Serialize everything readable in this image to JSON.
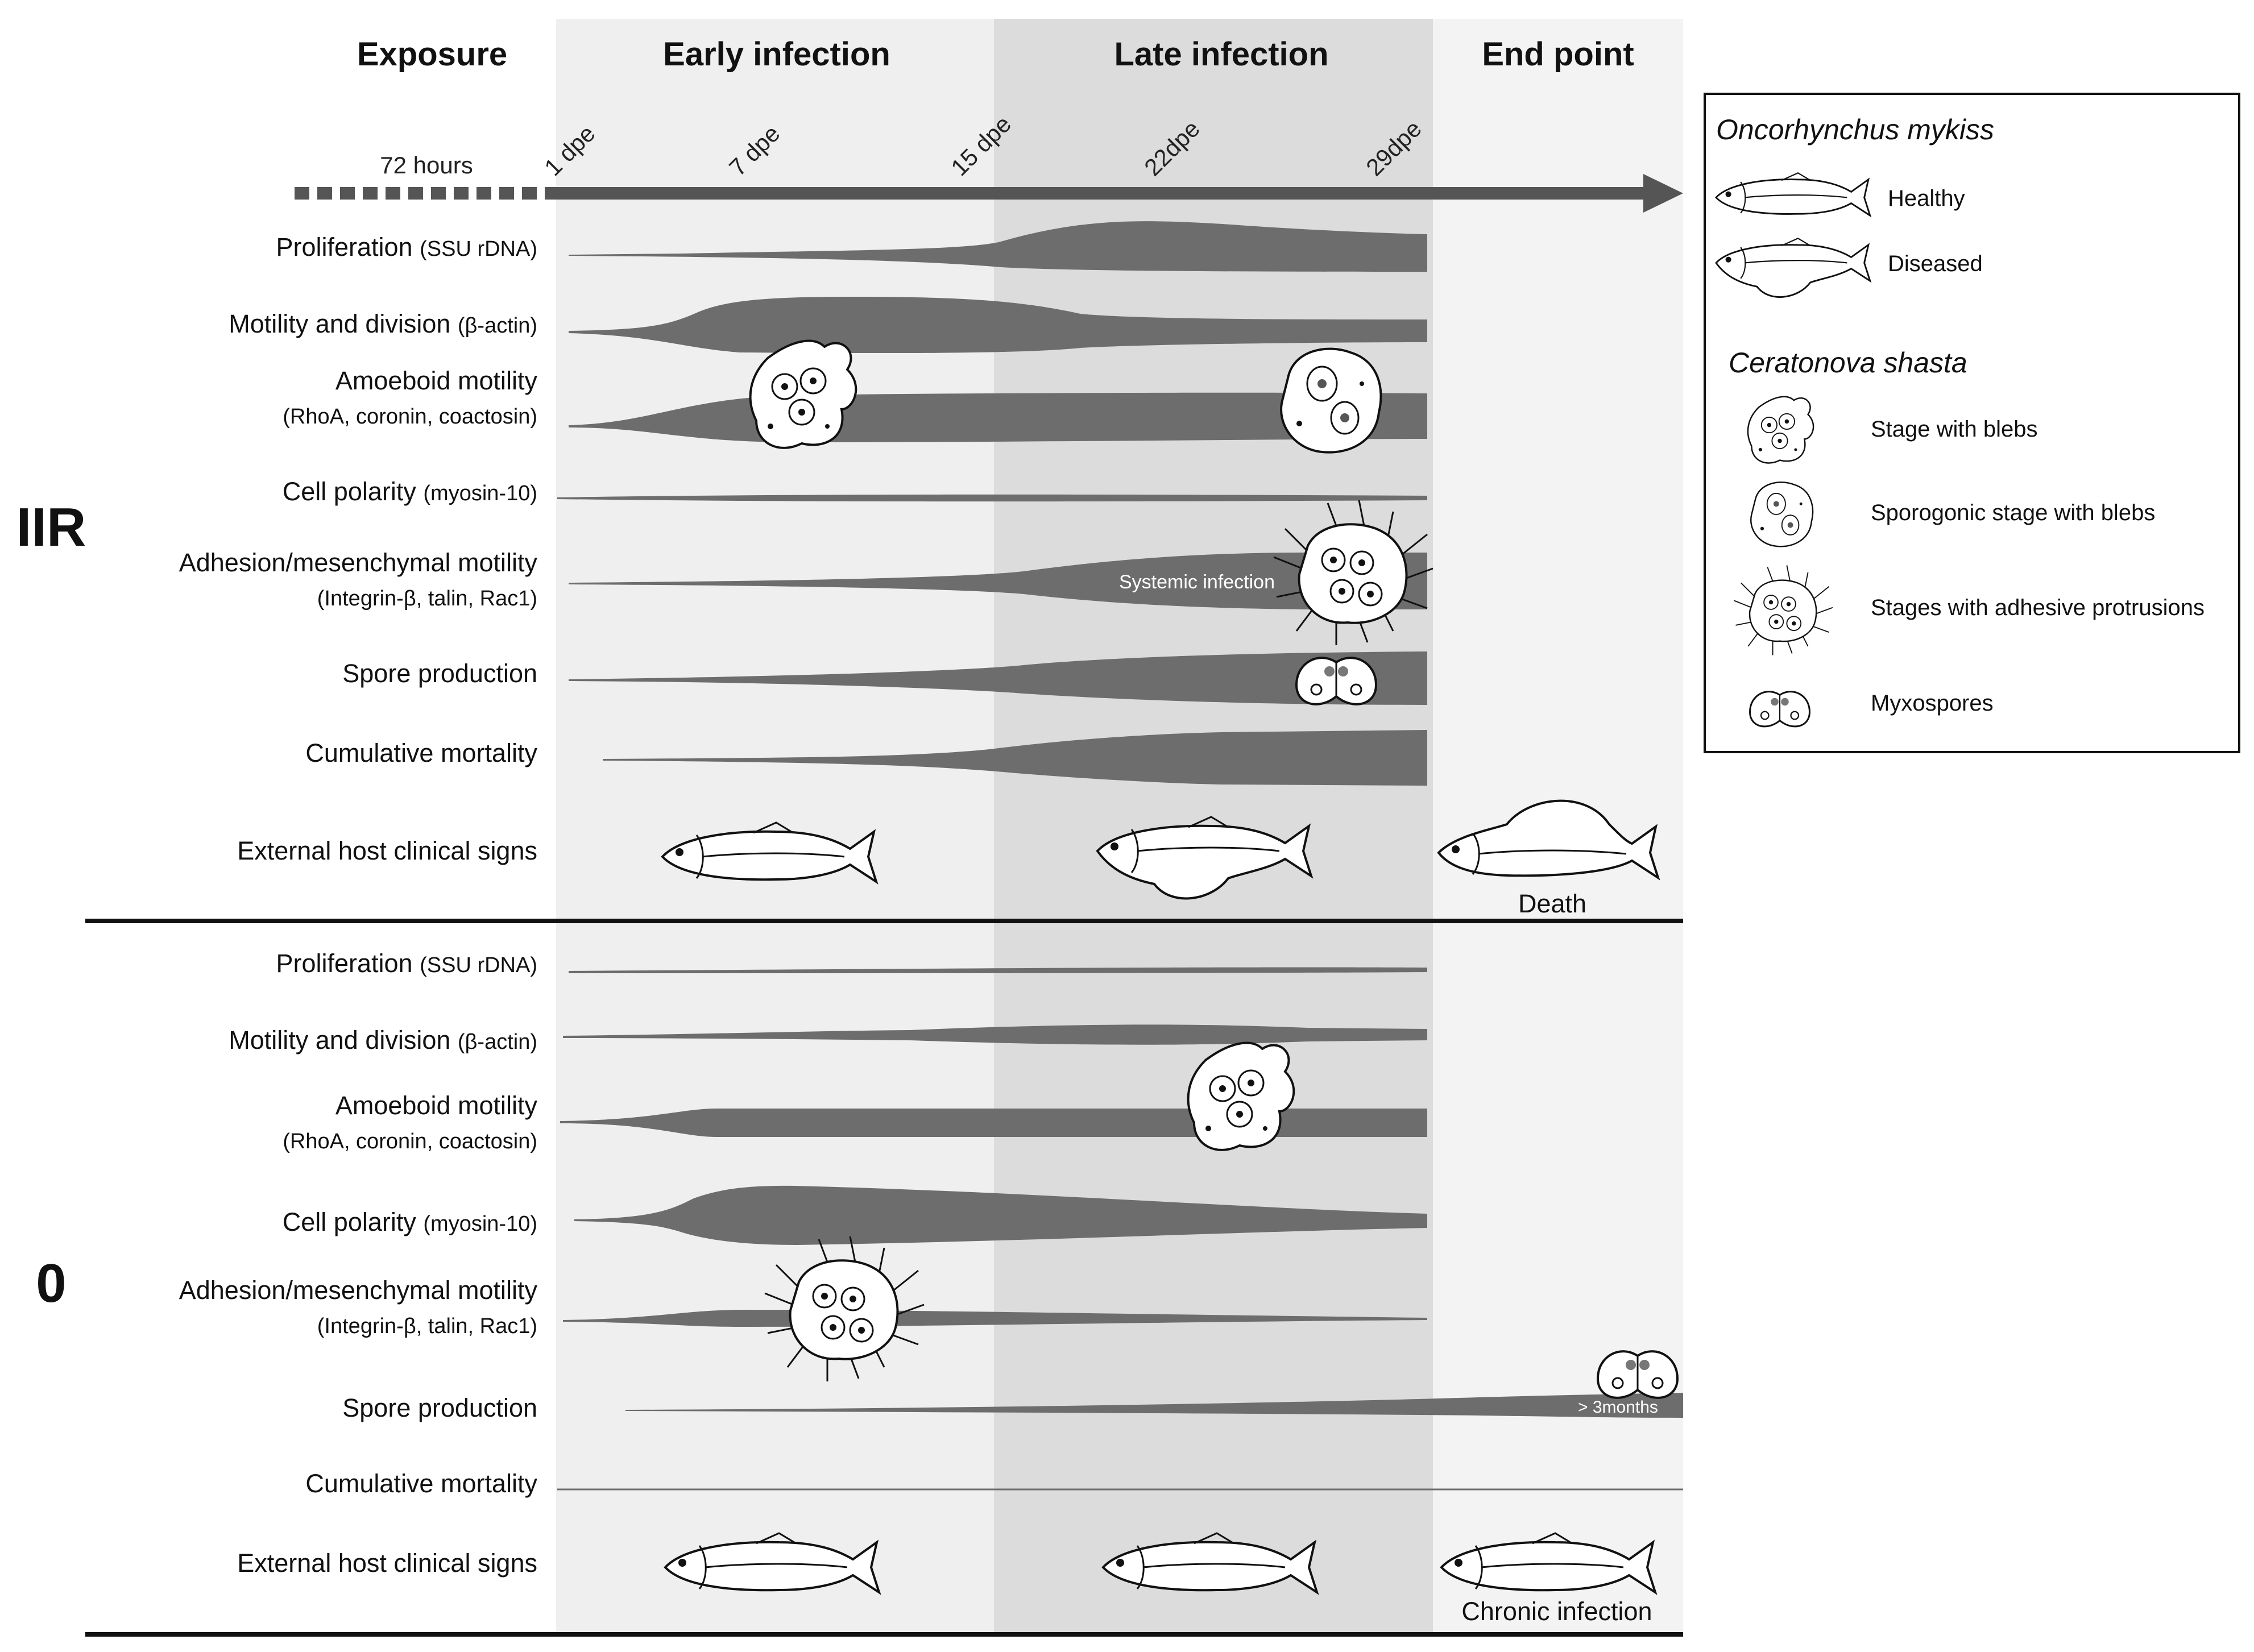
{
  "phases": [
    {
      "name": "Exposure"
    },
    {
      "name": "Early infection"
    },
    {
      "name": "Late infection"
    },
    {
      "name": "End point"
    }
  ],
  "timeline": {
    "exposure_label": "72 hours",
    "ticks": [
      "1 dpe",
      "7 dpe",
      "15 dpe",
      "22dpe",
      "29dpe"
    ]
  },
  "groups": [
    {
      "label": "IIR",
      "rows": [
        {
          "label": "Proliferation",
          "sub": "(SSU rDNA)"
        },
        {
          "label": "Motility and division",
          "sub": "(β-actin)"
        },
        {
          "label": "Amoeboid motility",
          "sub": "(RhoA, coronin, coactosin)"
        },
        {
          "label": "Cell polarity",
          "sub": "(myosin-10)"
        },
        {
          "label": "Adhesion/mesenchymal motility",
          "sub": "(Integrin-β, talin, Rac1)"
        },
        {
          "label": "Spore production",
          "sub": ""
        },
        {
          "label": "Cumulative mortality",
          "sub": ""
        },
        {
          "label": "External host clinical signs",
          "sub": ""
        }
      ],
      "band_annotation": "Systemic infection",
      "endpoint_label": "Death"
    },
    {
      "label": "0",
      "rows": [
        {
          "label": "Proliferation",
          "sub": "(SSU rDNA)"
        },
        {
          "label": "Motility and division",
          "sub": "(β-actin)"
        },
        {
          "label": "Amoeboid motility",
          "sub": "(RhoA, coronin, coactosin)"
        },
        {
          "label": "Cell polarity",
          "sub": "(myosin-10)"
        },
        {
          "label": "Adhesion/mesenchymal motility",
          "sub": "(Integrin-β, talin, Rac1)"
        },
        {
          "label": "Spore production",
          "sub": ""
        },
        {
          "label": "Cumulative mortality",
          "sub": ""
        },
        {
          "label": "External host clinical signs",
          "sub": ""
        }
      ],
      "band_annotation": "> 3months",
      "endpoint_label": "Chronic infection"
    }
  ],
  "legend": {
    "host_title": "Oncorhynchus mykiss",
    "host_items": [
      "Healthy",
      "Diseased"
    ],
    "parasite_title": "Ceratonova shasta",
    "parasite_items": [
      "Stage with blebs",
      "Sporogonic stage with blebs",
      "Stages with adhesive protrusions",
      "Myxospores"
    ]
  },
  "colors": {
    "early_bg": "#efefef",
    "late_bg": "#dcdcdc",
    "end_bg": "#f3f3f3",
    "band": "#6d6d6d",
    "arrow": "#555555"
  }
}
